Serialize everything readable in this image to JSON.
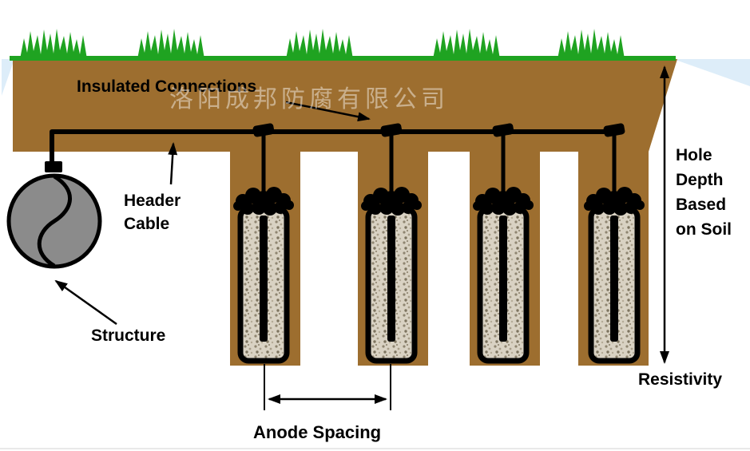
{
  "watermark": "洛阳成邦防腐有限公司",
  "labels": {
    "insulated_connections": "Insulated Connections",
    "header_cable_line1": "Header",
    "header_cable_line2": "Cable",
    "structure": "Structure",
    "anode_spacing": "Anode Spacing",
    "hole_depth_line1": "Hole",
    "hole_depth_line2": "Depth",
    "hole_depth_line3": "Based",
    "hole_depth_line4": "on Soil",
    "resistivity": "Resistivity"
  },
  "colors": {
    "soil": "#9d6e2f",
    "grass": "#1fa321",
    "structure_fill": "#8b8b8b",
    "cable": "#000000",
    "backfill": "#d9d2c3",
    "sky_tint": "#d7eaf8"
  },
  "diagram": {
    "anode_count": 4,
    "connection_count": 4
  }
}
